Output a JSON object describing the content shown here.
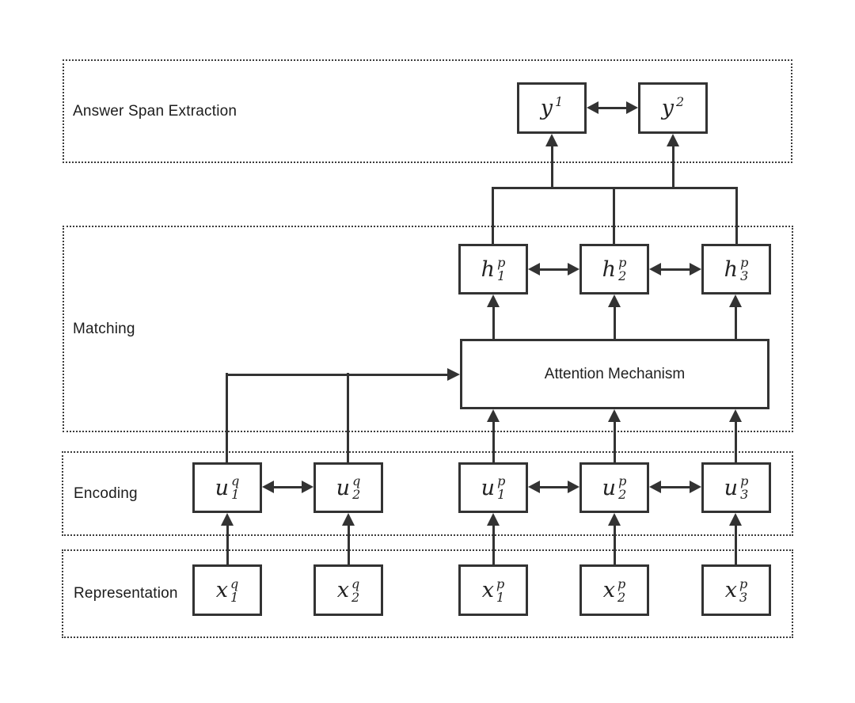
{
  "bands": {
    "answer_span_extraction": {
      "label": "Answer Span Extraction"
    },
    "matching": {
      "label": "Matching"
    },
    "encoding": {
      "label": "Encoding"
    },
    "representation": {
      "label": "Representation"
    }
  },
  "attention": {
    "label": "Attention Mechanism"
  },
  "nodes": {
    "y1": {
      "base": "y",
      "sup": "1",
      "sub": ""
    },
    "y2": {
      "base": "y",
      "sup": "2",
      "sub": ""
    },
    "h1p": {
      "base": "h",
      "sup": "p",
      "sub": "1"
    },
    "h2p": {
      "base": "h",
      "sup": "p",
      "sub": "2"
    },
    "h3p": {
      "base": "h",
      "sup": "p",
      "sub": "3"
    },
    "u1q": {
      "base": "u",
      "sup": "q",
      "sub": "1"
    },
    "u2q": {
      "base": "u",
      "sup": "q",
      "sub": "2"
    },
    "u1p": {
      "base": "u",
      "sup": "p",
      "sub": "1"
    },
    "u2p": {
      "base": "u",
      "sup": "p",
      "sub": "2"
    },
    "u3p": {
      "base": "u",
      "sup": "p",
      "sub": "3"
    },
    "x1q": {
      "base": "x",
      "sup": "q",
      "sub": "1"
    },
    "x2q": {
      "base": "x",
      "sup": "q",
      "sub": "2"
    },
    "x1p": {
      "base": "x",
      "sup": "p",
      "sub": "1"
    },
    "x2p": {
      "base": "x",
      "sup": "p",
      "sub": "2"
    },
    "x3p": {
      "base": "x",
      "sup": "p",
      "sub": "3"
    }
  },
  "colors": {
    "line": "#333333",
    "text": "#1c1c1c",
    "background": "#ffffff"
  }
}
